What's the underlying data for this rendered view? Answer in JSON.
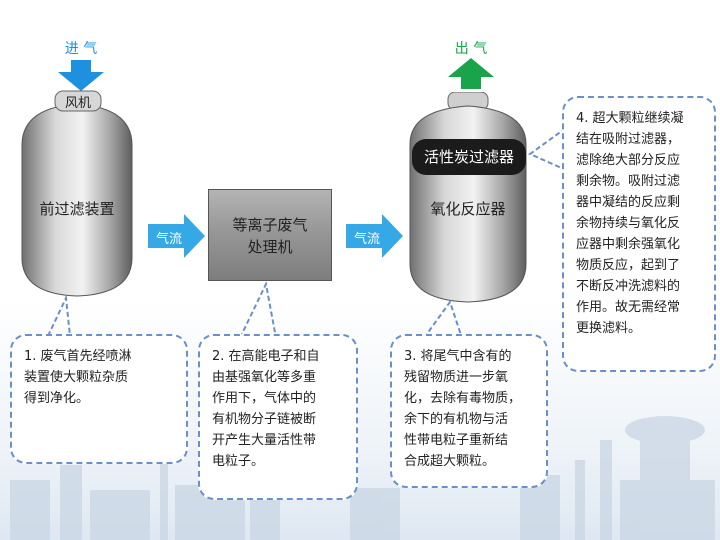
{
  "intake": {
    "label": "进 气"
  },
  "outlet": {
    "label": "出 气"
  },
  "fan": {
    "label": "风机"
  },
  "pre_filter": {
    "label": "前过滤装置"
  },
  "processor": {
    "line1": "等离子废气",
    "line2": "处理机"
  },
  "reactor": {
    "label": "氧化反应器",
    "filter_label": "活性炭过滤器"
  },
  "flows": [
    {
      "label": "气流"
    },
    {
      "label": "气流"
    }
  ],
  "notes": [
    {
      "lines": [
        "1. 废气首先经喷淋",
        "装置使大颗粒杂质",
        "得到净化。"
      ]
    },
    {
      "lines": [
        "2. 在高能电子和自",
        "由基强氧化等多重",
        "作用下，气体中的",
        "有机物分子链被断",
        "开产生大量活性带",
        "电粒子。"
      ]
    },
    {
      "lines": [
        "3. 将尾气中含有的",
        "残留物质进一步氧",
        "化，去除有毒物质，",
        "余下的有机物与活",
        "性带电粒子重新结",
        "合成超大颗粒。"
      ]
    },
    {
      "lines": [
        "4. 超大颗粒继续凝",
        "结在吸附过滤器，",
        "滤除绝大部分反应",
        "剩余物。吸附过滤",
        "器中凝结的反应剩",
        "余物持续与氧化反",
        "应器中剩余强氧化",
        "物质反应，起到了",
        "不断反冲洗滤料的",
        "作用。故无需经常",
        "更换滤料。"
      ]
    }
  ],
  "colors": {
    "intake_arrow": "#1e90e0",
    "outlet_arrow": "#19a34a",
    "flow_arrow": "#35a9e6",
    "note_border": "#6a8fc9"
  }
}
